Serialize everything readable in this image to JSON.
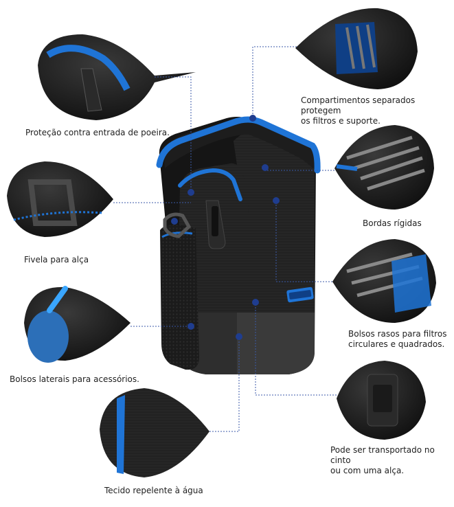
{
  "labels": {
    "dust": "Proteção contra entrada de poeira.",
    "compartments_line1": "Compartimentos separados protegem",
    "compartments_line2": "os filtros e suporte.",
    "rigid": "Bordas rígidas",
    "buckle": "Fivela para alça",
    "shallow_line1": "Bolsos rasos para filtros",
    "shallow_line2": "circulares e quadrados.",
    "side": "Bolsos laterais para acessórios.",
    "belt_line1": "Pode ser transportado no cinto",
    "belt_line2": "ou com uma alça.",
    "water": "Tecido repelente à água"
  },
  "colors": {
    "accent_blue": "#1f74d6",
    "bag_black": "#1a1a1a",
    "leader": "#3b5aa8"
  },
  "icons": [
    "zipper-detail",
    "buckle-detail",
    "side-pocket-detail",
    "fabric-detail",
    "compartment-detail",
    "rigid-edge-detail",
    "shallow-pocket-detail",
    "belt-loop-detail"
  ]
}
